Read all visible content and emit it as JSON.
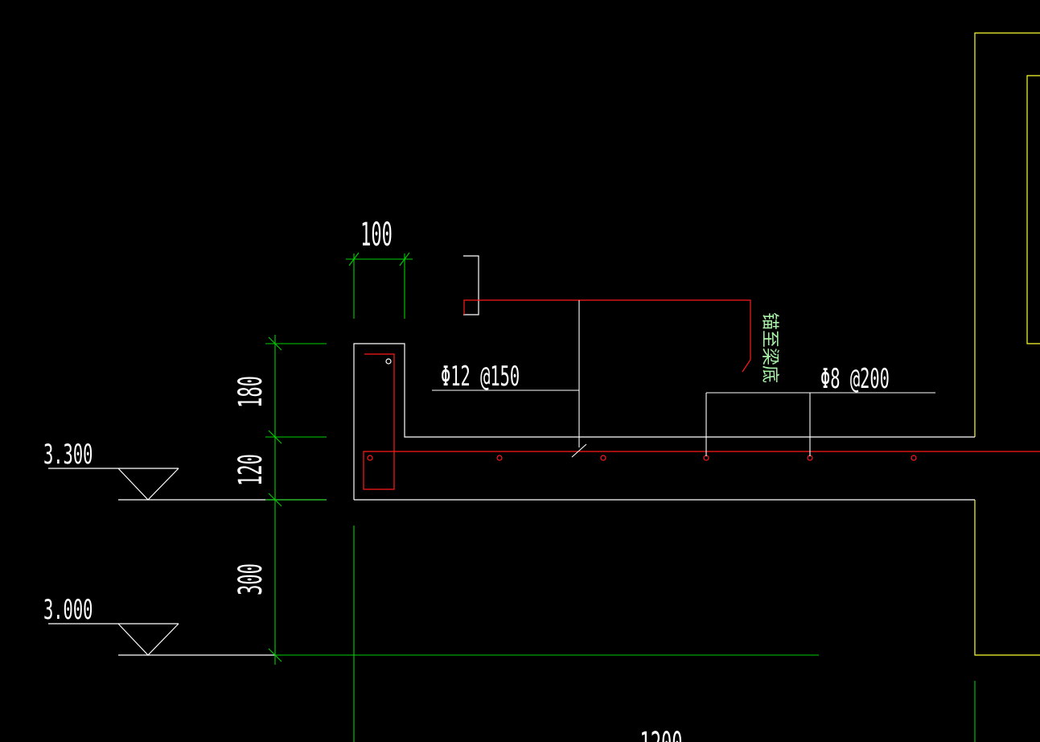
{
  "colors": {
    "background": "#000000",
    "outline": "#ffffff",
    "rebar": "#ff1a1a",
    "dimension": "#00d000",
    "frame": "#ffff33",
    "note": "#a8f0a8"
  },
  "dimensions": {
    "width_top": "100",
    "height_upper": "180",
    "height_lower": "120",
    "drop": "300",
    "bottom_span": "1200"
  },
  "elevations": {
    "upper": "3.300",
    "lower": "3.000"
  },
  "rebar_labels": {
    "main": "Φ12 @150",
    "distribution": "Φ8 @200"
  },
  "note": {
    "anchor": "锚至梁底"
  }
}
